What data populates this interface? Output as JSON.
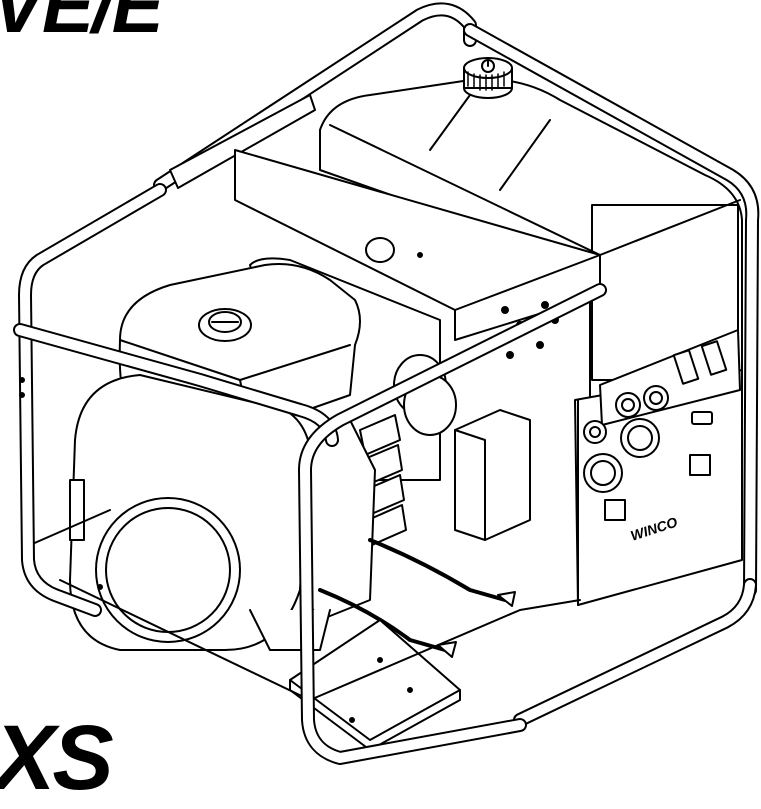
{
  "header_fragment": "VE/E",
  "footer_fragment": "XS",
  "panel_brand": "WINCO",
  "colors": {
    "line": "#000000",
    "fill": "#ffffff",
    "shade": "#e6e6e6"
  }
}
